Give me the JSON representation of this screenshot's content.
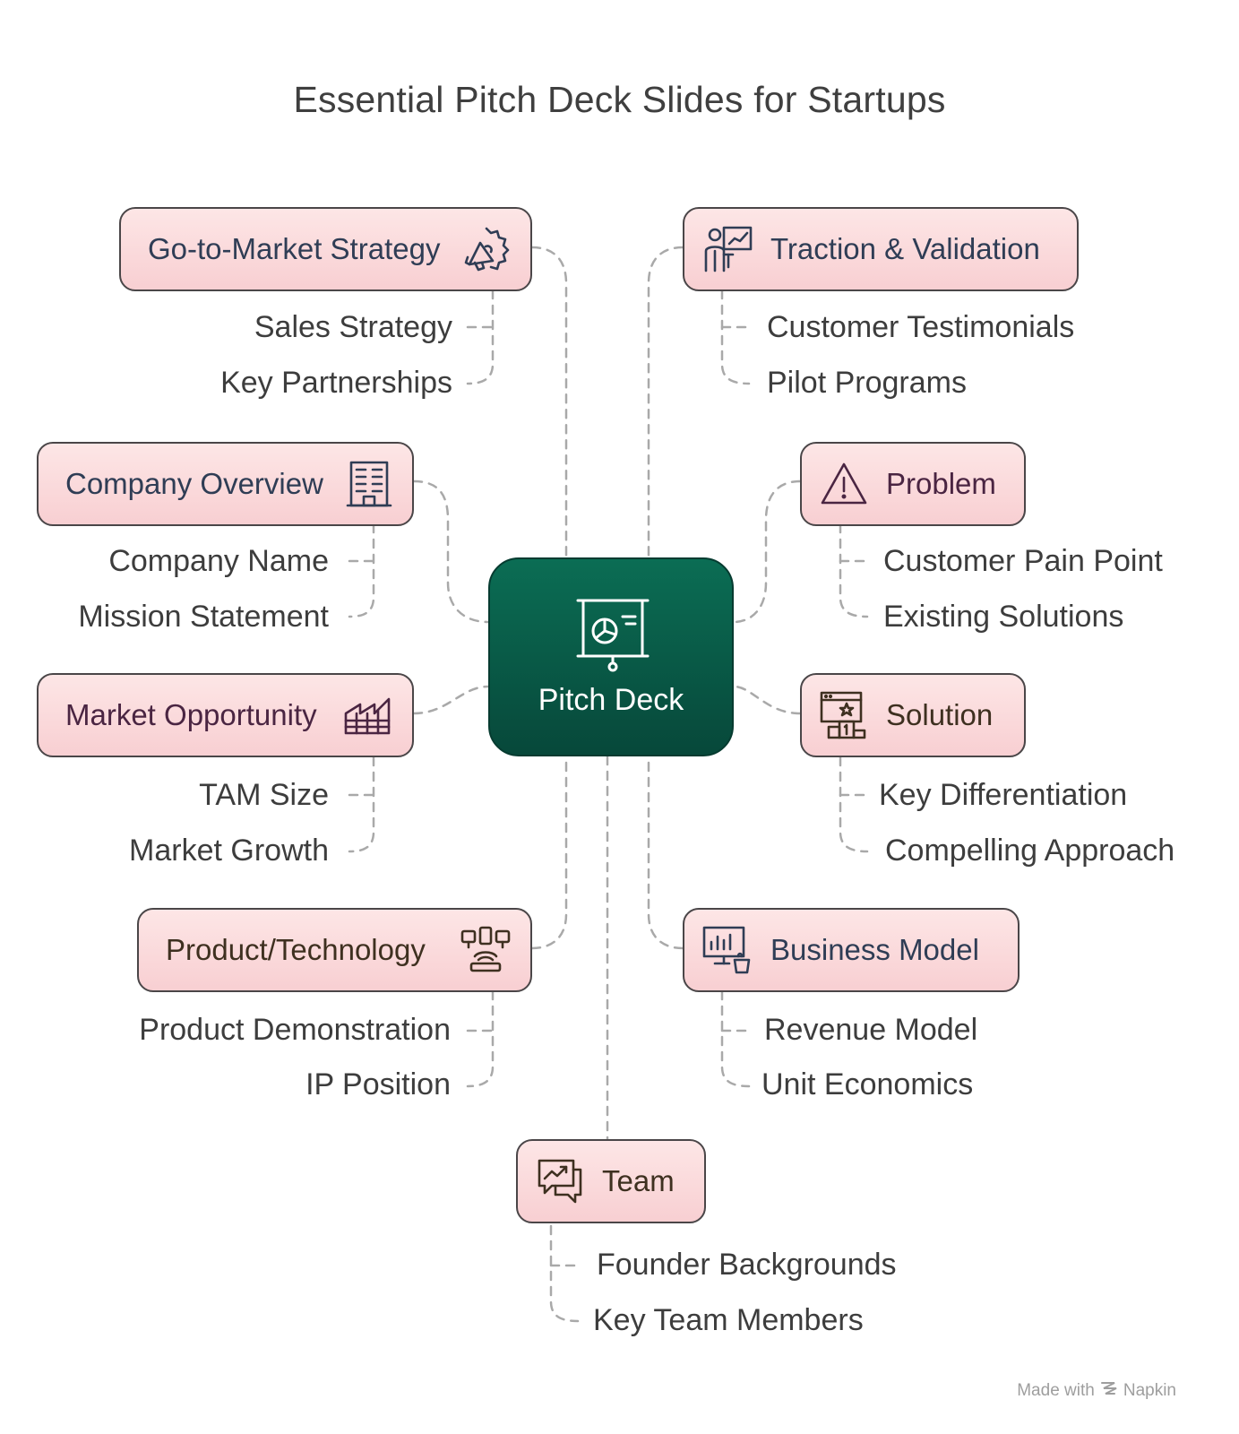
{
  "title": "Essential Pitch Deck Slides for Startups",
  "center": {
    "label": "Pitch Deck",
    "icon": "presentation-chart-icon"
  },
  "branches": [
    {
      "id": "gtm",
      "label": "Go-to-Market Strategy",
      "icon": "megaphone-icon",
      "color": "#2f3d55",
      "items": [
        "Sales Strategy",
        "Key Partnerships"
      ]
    },
    {
      "id": "company",
      "label": "Company Overview",
      "icon": "building-icon",
      "color": "#2f3d55",
      "items": [
        "Company Name",
        "Mission Statement"
      ]
    },
    {
      "id": "market",
      "label": "Market Opportunity",
      "icon": "factory-icon",
      "color": "#4a2542",
      "items": [
        "TAM Size",
        "Market Growth"
      ]
    },
    {
      "id": "product",
      "label": "Product/Technology",
      "icon": "devices-icon",
      "color": "#3e3020",
      "items": [
        "Product Demonstration",
        "IP Position"
      ]
    },
    {
      "id": "traction",
      "label": "Traction & Validation",
      "icon": "presenter-icon",
      "color": "#2f3d55",
      "items": [
        "Customer Testimonials",
        "Pilot Programs"
      ]
    },
    {
      "id": "problem",
      "label": "Problem",
      "icon": "warning-icon",
      "color": "#4a2542",
      "items": [
        "Customer Pain Point",
        "Existing Solutions"
      ]
    },
    {
      "id": "solution",
      "label": "Solution",
      "icon": "award-podium-icon",
      "color": "#3e3020",
      "items": [
        "Key Differentiation",
        "Compelling Approach"
      ]
    },
    {
      "id": "business",
      "label": "Business Model",
      "icon": "monitor-chart-icon",
      "color": "#2f3d55",
      "items": [
        "Revenue Model",
        "Unit Economics"
      ]
    },
    {
      "id": "team",
      "label": "Team",
      "icon": "chat-growth-icon",
      "color": "#3e3020",
      "items": [
        "Founder Backgrounds",
        "Key Team Members"
      ]
    }
  ],
  "footer": {
    "made_with": "Made with",
    "brand": "Napkin",
    "brand_icon": "napkin-logo-icon"
  }
}
